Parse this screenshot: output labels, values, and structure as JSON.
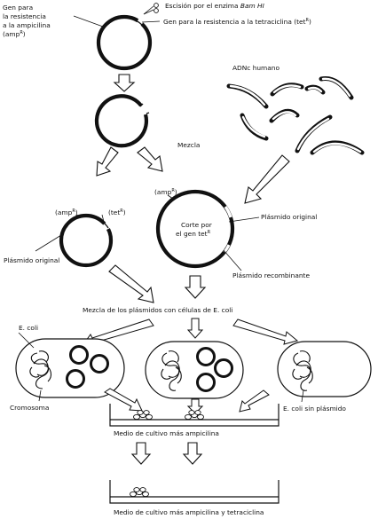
{
  "labels": {
    "gen_amp_1": "Gen para",
    "gen_amp_2": "la resistencia",
    "gen_amp_3": "a la ampicilina",
    "gen_amp_4": "(amp",
    "gen_amp_sup": "R",
    "gen_amp_close": ")",
    "escision_prefix": "Escisión por el enzima ",
    "escision_enzyme": "Bam HI",
    "gen_tet_prefix": "Gen para la resistencia a la tetraciclina (tet",
    "gen_tet_sup": "R",
    "gen_tet_close": ")",
    "adnc": "ADNc humano",
    "mezcla": "Mezcla",
    "amp_left": "(amp",
    "amp_left_sup": "R",
    "amp_left_close": ")",
    "tet_left": "(tet",
    "tet_left_sup": "R",
    "tet_left_close": ")",
    "plasmido_original_left": "Plásmido original",
    "amp_right": "(amp",
    "amp_right_sup": "R",
    "amp_right_close": ")",
    "corte_1": "Corte por",
    "corte_2": "el gen tet",
    "corte_sup": "R",
    "plasmido_original_right": "Plásmido original",
    "plasmido_recombinante": "Plásmido recombinante",
    "mezcla_plasmidos": "Mezcla de los plásmidos con células de E. coli",
    "ecoli": "E. coli",
    "cromosoma": "Cromosoma",
    "ecoli_sin": "E. coli sin plásmido",
    "medio_1": "Medio de cultivo más ampicilina",
    "medio_2": "Medio de cultivo más ampicilina y tetraciclina"
  }
}
